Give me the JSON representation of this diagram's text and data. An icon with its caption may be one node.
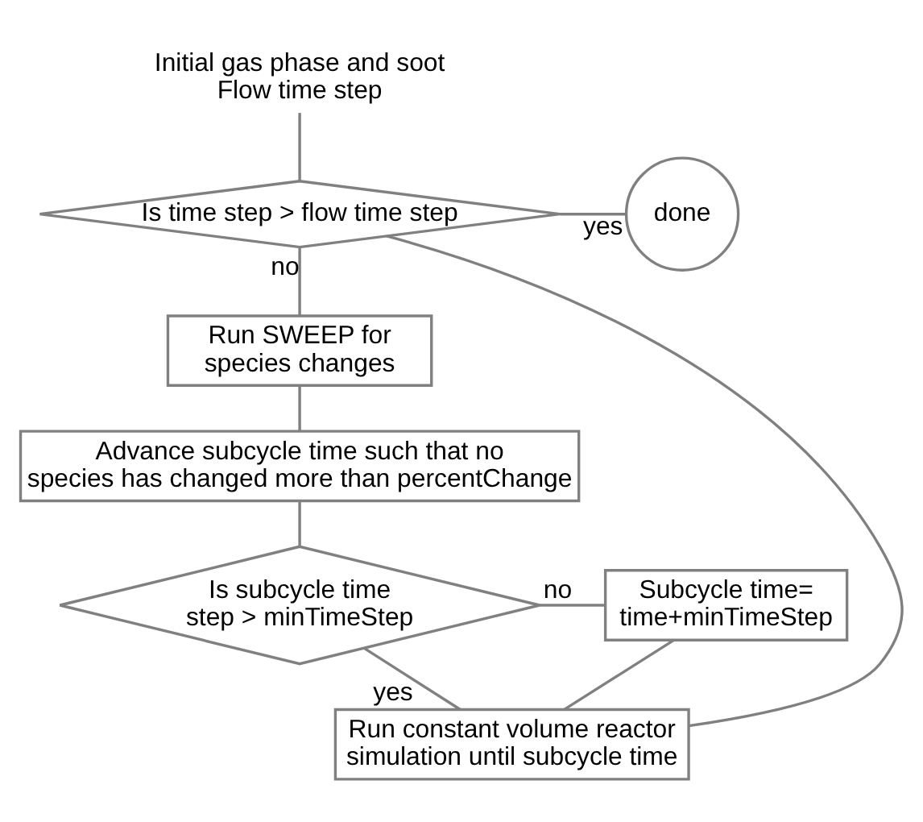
{
  "diagram": {
    "nodes": [
      {
        "text": [
          "Initial gas phase and soot",
          "Flow time step"
        ]
      },
      {
        "text": [
          "Is time step > flow time step"
        ]
      },
      {
        "text": [
          "done"
        ]
      },
      {
        "text": [
          "Run SWEEP for species changes"
        ]
      },
      {
        "text": [
          "Advance subcycle time such that no species has changed more than percentChange"
        ]
      },
      {
        "text": [
          "Is subcycle time step > minTimeStep"
        ]
      },
      {
        "text": [
          "Subcycle time= time+minTimeStep"
        ]
      },
      {
        "text": [
          "Run constant volume reactor simulation until subcycle time"
        ]
      }
    ],
    "edges": [
      {
        "from": 0,
        "to": 1,
        "arrow": "none"
      },
      {
        "from": 1,
        "to": 2,
        "arrow": "none",
        "label": "yes"
      },
      {
        "from": 1,
        "to": 3,
        "arrow": "none",
        "label": "no"
      },
      {
        "from": 3,
        "to": 4,
        "arrow": "none"
      },
      {
        "from": 4,
        "to": 5,
        "arrow": "none"
      },
      {
        "from": 5,
        "to": 6,
        "arrow": "none",
        "label": "no"
      },
      {
        "from": 5,
        "to": 7,
        "arrow": "none",
        "label": "yes"
      },
      {
        "from": 6,
        "to": 7,
        "arrow": "none"
      },
      {
        "from": 7,
        "to": 1,
        "arrow": "none"
      }
    ]
  }
}
